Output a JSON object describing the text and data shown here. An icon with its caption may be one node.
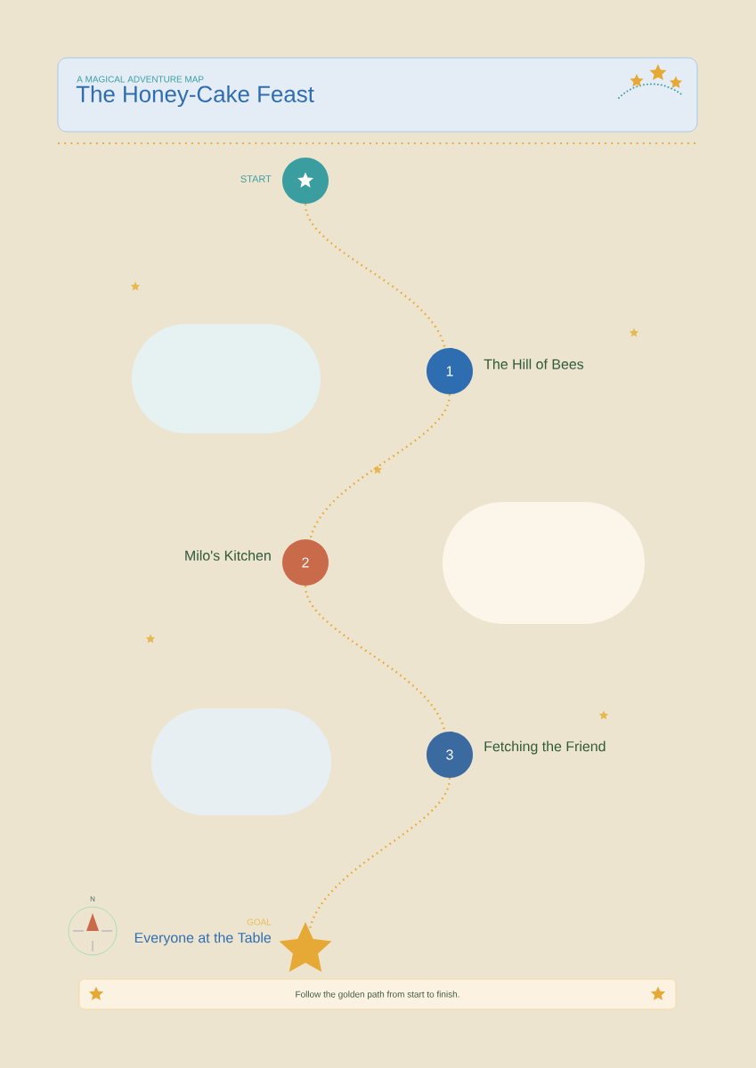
{
  "diagram": {
    "title": "The Honey-Cake Feast",
    "caption": "Follow the golden path from start to finish.",
    "nodes": [
      {
        "text": [],
        "shape": "circle",
        "beside": [
          "START"
        ]
      },
      {
        "text": [],
        "shape": "pill"
      },
      {
        "text": [
          "1"
        ],
        "beside": [
          "The Hill of Bees"
        ]
      },
      {
        "text": [
          "2"
        ],
        "beside": [
          "Milo's Kitchen"
        ]
      },
      {
        "text": [],
        "shape": "pill"
      },
      {
        "text": [],
        "shape": "pill"
      },
      {
        "text": [
          "3"
        ],
        "beside": [
          "Fetching the Friend"
        ]
      },
      {
        "text": [],
        "shape": "star",
        "beside": [
          "GOAL",
          "Everyone at the Table"
        ]
      }
    ],
    "edges": [
      {
        "from": 0,
        "to": 2,
        "arrow": "none"
      },
      {
        "from": 2,
        "to": 3,
        "arrow": "none"
      },
      {
        "from": 3,
        "to": 6,
        "arrow": "none"
      },
      {
        "from": 6,
        "to": 7,
        "arrow": "none"
      }
    ],
    "labels": [
      "A MAGICAL ADVENTURE MAP",
      "N"
    ]
  }
}
